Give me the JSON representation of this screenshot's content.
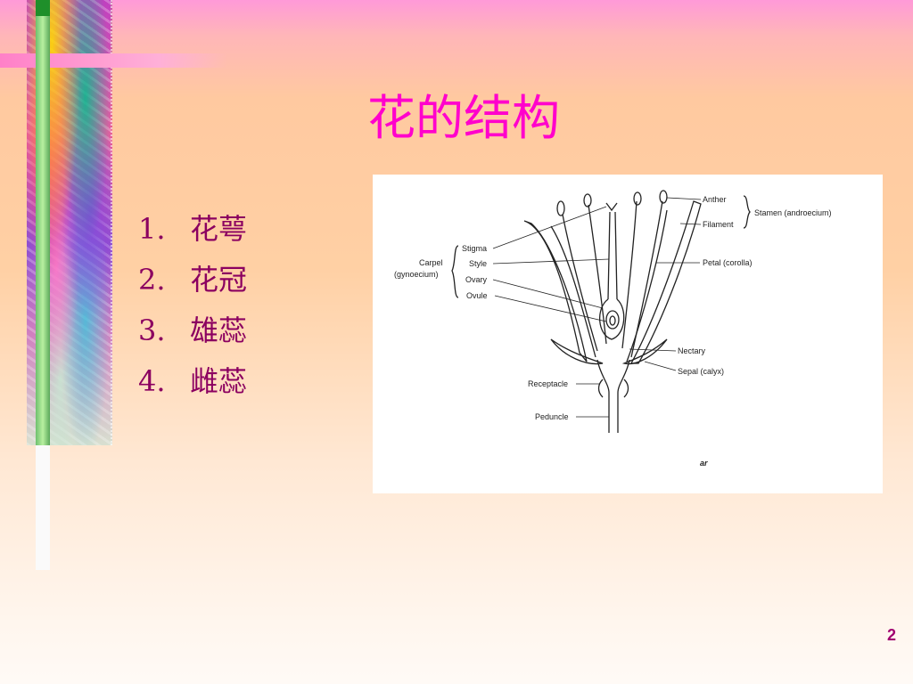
{
  "slide": {
    "title": "花的结构",
    "page_number": "2",
    "items": [
      {
        "num": "1.",
        "text": "花萼"
      },
      {
        "num": "2.",
        "text": "花冠"
      },
      {
        "num": "3.",
        "text": "雄蕊"
      },
      {
        "num": "4.",
        "text": "雌蕊"
      }
    ]
  },
  "diagram": {
    "labels": {
      "anther": "Anther",
      "filament": "Filament",
      "stamen": "Stamen (androecium)",
      "carpel": "Carpel",
      "gynoecium": "(gynoecium)",
      "stigma": "Stigma",
      "style": "Style",
      "ovary": "Ovary",
      "ovule": "Ovule",
      "petal": "Petal (corolla)",
      "nectary": "Nectary",
      "sepal": "Sepal (calyx)",
      "receptacle": "Receptacle",
      "peduncle": "Peduncle",
      "fragment": "ar"
    }
  },
  "colors": {
    "title": "#ff00cc",
    "list_text": "#8b0060",
    "page_number": "#a00070"
  }
}
